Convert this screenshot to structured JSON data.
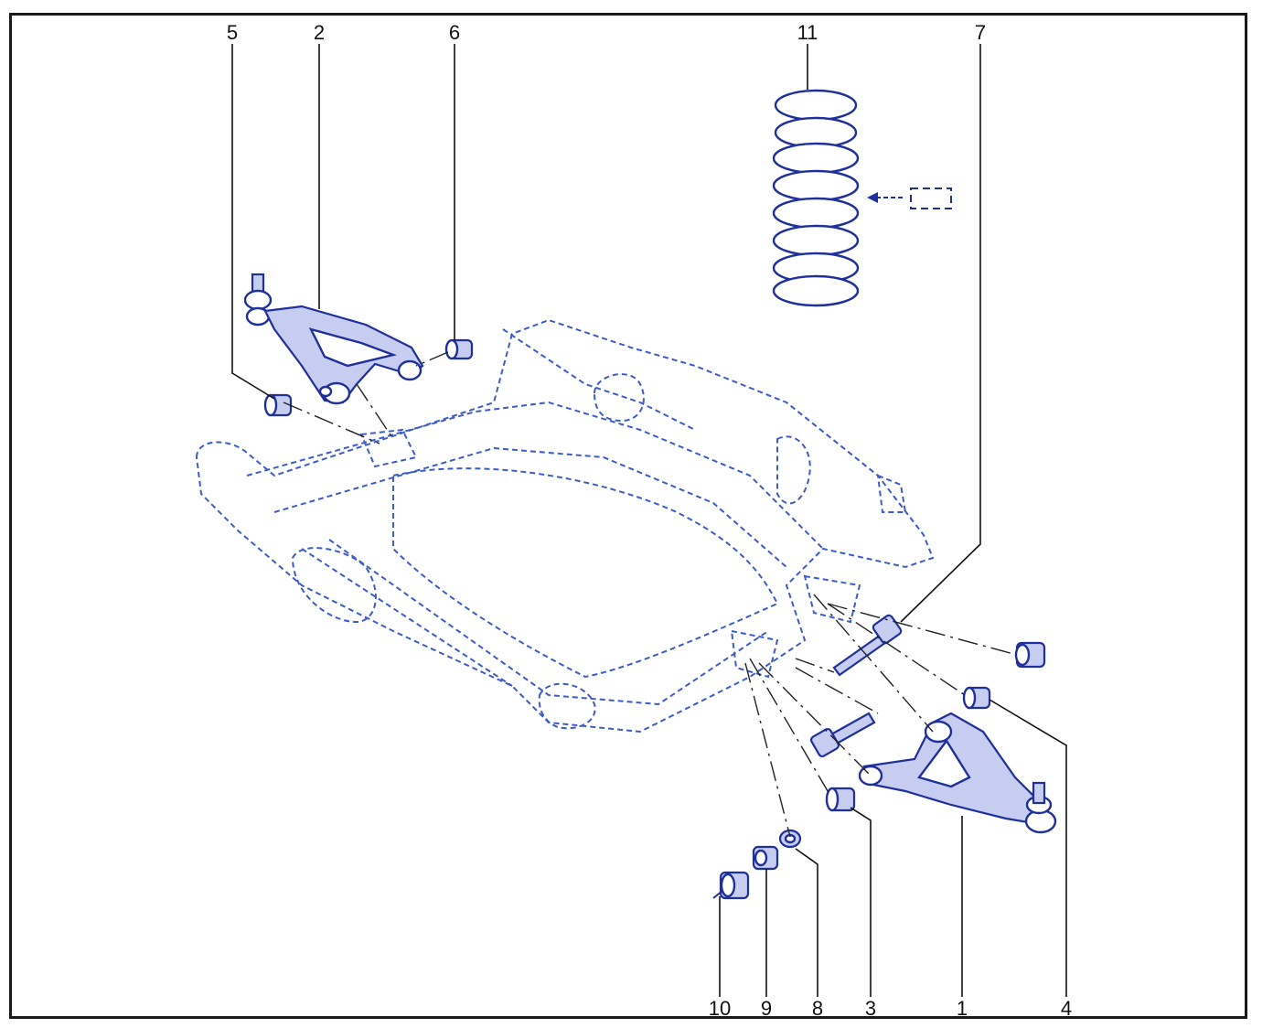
{
  "diagram": {
    "callouts": [
      {
        "id": "5",
        "label": "5"
      },
      {
        "id": "2",
        "label": "2"
      },
      {
        "id": "6",
        "label": "6"
      },
      {
        "id": "11",
        "label": "11"
      },
      {
        "id": "7",
        "label": "7"
      },
      {
        "id": "10",
        "label": "10"
      },
      {
        "id": "9",
        "label": "9"
      },
      {
        "id": "8",
        "label": "8"
      },
      {
        "id": "3",
        "label": "3"
      },
      {
        "id": "1",
        "label": "1"
      },
      {
        "id": "4",
        "label": "4"
      }
    ]
  },
  "colors": {
    "line_art": "#1f2f9c",
    "subframe": "#3d5bc9",
    "leader": "#111111",
    "frame": "#1a1a1a"
  }
}
